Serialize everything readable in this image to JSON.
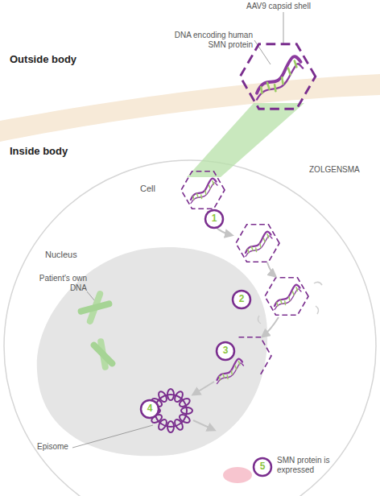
{
  "diagram": {
    "nodes": [
      {
        "text": [
          "Cell"
        ]
      },
      {
        "text": [
          "Nucleus"
        ],
        "in": 0
      }
    ],
    "labels": [
      "Outside body",
      "Inside body",
      "AAV9 capsid shell",
      "DNA encoding human SMN protein",
      "ZOLGENSMA",
      "Patient's own DNA",
      "Episome",
      "1",
      "2",
      "3",
      "4",
      "5",
      "SMN protein is expressed"
    ]
  }
}
